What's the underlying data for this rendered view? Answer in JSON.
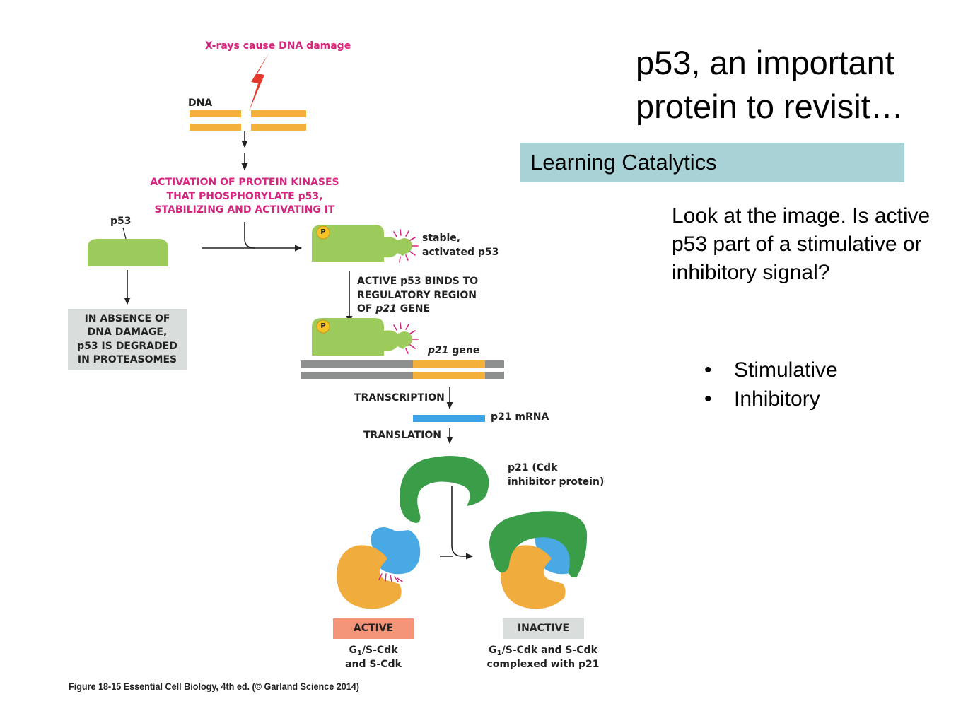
{
  "slide": {
    "title_line1": "p53, an important",
    "title_line2": "protein to revisit…",
    "banner": "Learning Catalytics",
    "question": "Look at the image. Is active p53 part of a stimulative or inhibitory signal?",
    "options": [
      {
        "label": "Stimulative"
      },
      {
        "label": "Inhibitory"
      }
    ]
  },
  "figure": {
    "xray_label": "X-rays cause DNA damage",
    "dna_label": "DNA",
    "kinase_lines": [
      "ACTIVATION OF PROTEIN KINASES",
      "THAT PHOSPHORYLATE p53,",
      "STABILIZING AND ACTIVATING IT"
    ],
    "p53_label": "p53",
    "absence_lines": [
      "IN ABSENCE OF",
      "DNA DAMAGE,",
      "p53 IS DEGRADED",
      "IN PROTEASOMES"
    ],
    "stable_lines": [
      "stable,",
      "activated p53"
    ],
    "phospho_badge": "P",
    "binds_line1": "ACTIVE p53 BINDS TO",
    "binds_line2": "REGULATORY REGION",
    "binds_line3_prefix": "OF ",
    "binds_line3_gene": "p21",
    "binds_line3_suffix": " GENE",
    "gene_label_italic": "p21",
    "gene_label_suffix": " gene",
    "transcription": "TRANSCRIPTION",
    "mrna_label": "p21 mRNA",
    "translation": "TRANSLATION",
    "inhibitor_lines": [
      "p21 (Cdk",
      "inhibitor protein)"
    ],
    "active_badge": "ACTIVE",
    "inactive_badge": "INACTIVE",
    "active_desc_g": "G",
    "active_desc_sub": "1",
    "active_desc_rest": "/S-Cdk",
    "active_desc_line2": "and S-Cdk",
    "inactive_desc_g": "G",
    "inactive_desc_sub": "1",
    "inactive_desc_rest": "/S-Cdk and S-Cdk",
    "inactive_desc_line2": "complexed with p21",
    "caption": "Figure 18-15  Essential Cell Biology, 4th ed. (© Garland Science 2014)"
  },
  "colors": {
    "p53_green": "#9ccb5c",
    "p21_green": "#3a9d48",
    "dna_orange": "#f3b13c",
    "cdk_orange": "#f0ac3c",
    "cdk_blue": "#49a9e4",
    "mrna_blue": "#3da3e8",
    "gene_gray": "#8e9090",
    "magenta": "#d4267e",
    "banner_teal": "#a8d2d6",
    "active_salmon": "#f4957a",
    "inactive_gray": "#d9dedd"
  }
}
